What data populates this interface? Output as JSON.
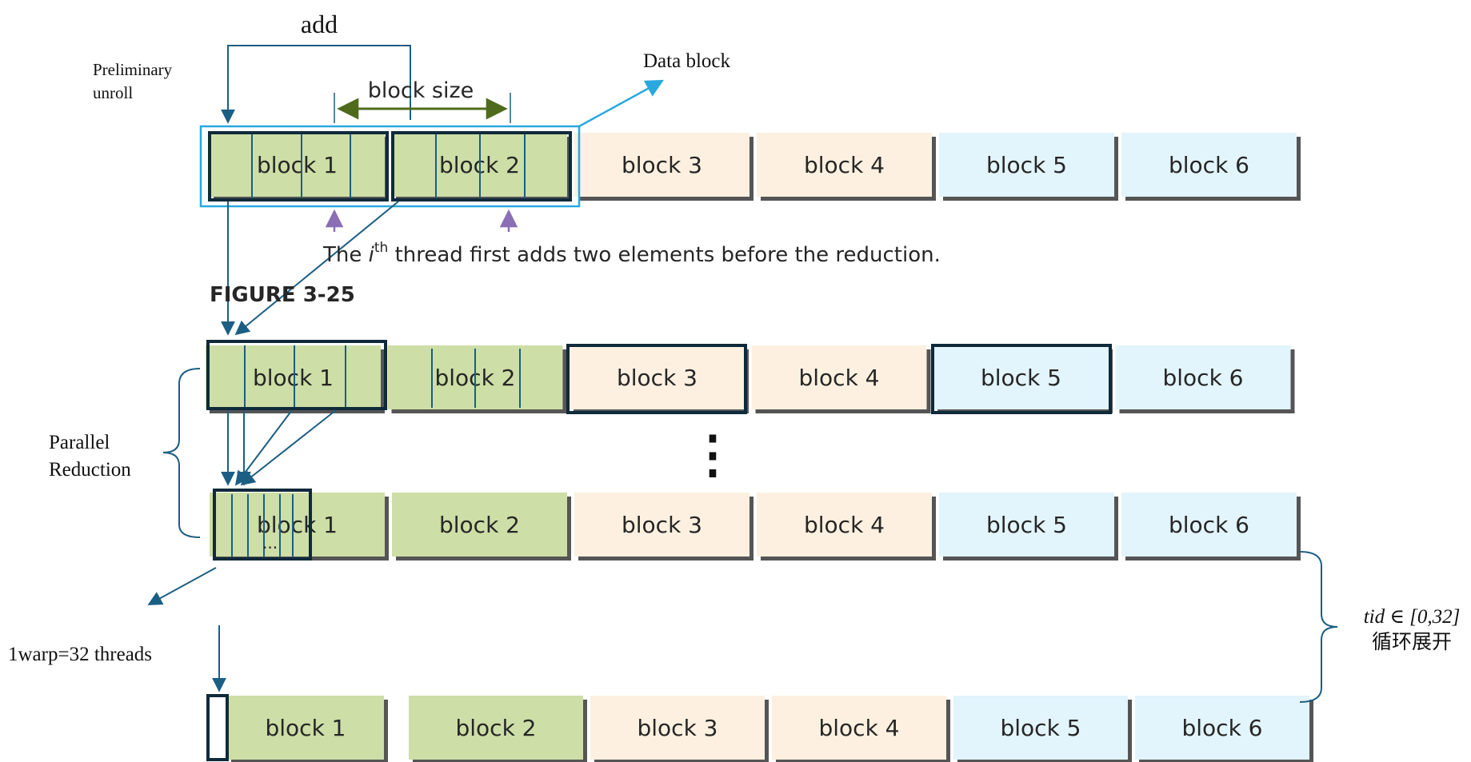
{
  "labels": {
    "add": "add",
    "preliminary_unroll_line1": "Preliminary",
    "preliminary_unroll_line2": "unroll",
    "data_block": "Data block",
    "block_size": "block size",
    "caption_pre": "The ",
    "caption_i": "i",
    "caption_th": "th",
    "caption_post": " thread first adds two elements before the reduction.",
    "figure": "FIGURE 3-25",
    "parallel_line1": "Parallel",
    "parallel_line2": "Reduction",
    "warp": "1warp=32 threads",
    "tid_expr": "tid ∈ [0,32]",
    "unroll_cn": "循环展开",
    "ellipsis_small": "...",
    "dots": "⋮"
  },
  "rows": [
    {
      "blocks": [
        "block 1",
        "block 2",
        "block 3",
        "block 4",
        "block 5",
        "block 6"
      ]
    },
    {
      "blocks": [
        "block 1",
        "block 2",
        "block 3",
        "block 4",
        "block 5",
        "block 6"
      ]
    },
    {
      "blocks": [
        "block 1",
        "block 2",
        "block 3",
        "block 4",
        "block 5",
        "block 6"
      ]
    },
    {
      "blocks": [
        "block 1",
        "block 2",
        "block 3",
        "block 4",
        "block 5",
        "block 6"
      ]
    }
  ],
  "colors": {
    "green": "#cddea6",
    "peach": "#fdf0e0",
    "blue": "#e2f4fc",
    "shadow": "#555555",
    "outline": "#0f2a3a",
    "thread_line": "#1b5e84",
    "cyan": "#29a8e0",
    "olive": "#4e6b1c",
    "purple": "#8a6fb6",
    "text": "#262626"
  }
}
